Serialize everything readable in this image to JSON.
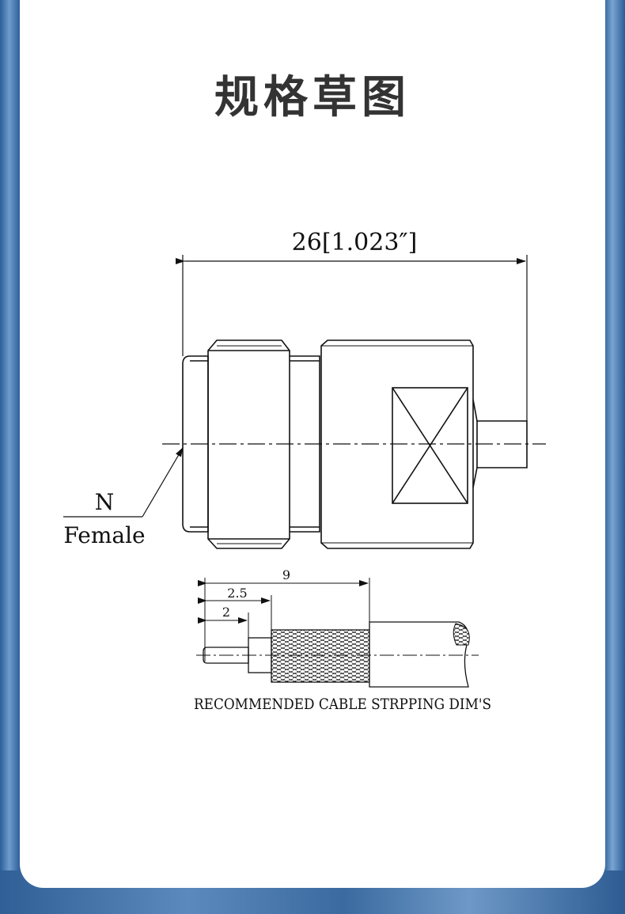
{
  "page": {
    "title": "规格草图"
  },
  "drawing": {
    "overall_dimension": "26[1.023″]",
    "connector_label_top": "N",
    "connector_label_bottom": "Female",
    "strip_dim_9": "9",
    "strip_dim_2_5": "2.5",
    "strip_dim_2": "2",
    "caption": "RECOMMENDED CABLE STRPPING DIM'S"
  },
  "colors": {
    "background_blue": "#2c5e98",
    "card": "#ffffff",
    "title": "#333333",
    "line": "#111111"
  }
}
